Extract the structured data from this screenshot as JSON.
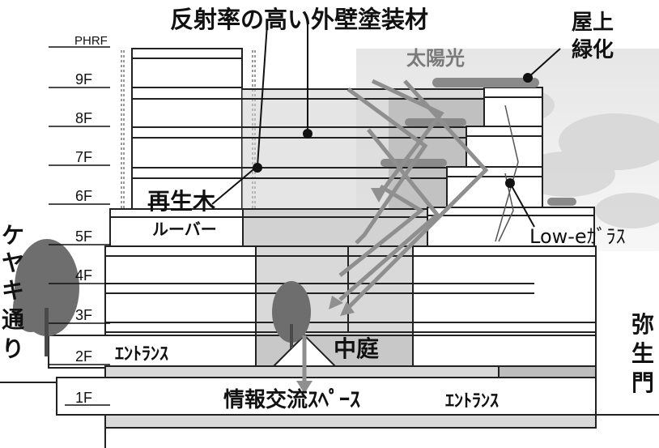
{
  "title": "反射率の高い外壁塗装材",
  "floor_labels": [
    "PHRF",
    "9F",
    "8F",
    "7F",
    "6F",
    "5F",
    "4F",
    "3F",
    "2F",
    "1F"
  ],
  "labels": {
    "rooftop_greening_line1": "屋上",
    "rooftop_greening_line2": "緑化",
    "sunlight": "太陽光",
    "recycled_wood": "再生木",
    "louver": "ルーバー",
    "low_e_glass": "Low-eｶﾞﾗｽ",
    "keyaki_street": [
      "ケ",
      "ヤ",
      "キ",
      "通",
      "り"
    ],
    "entrance_left": "ｴﾝﾄﾗﾝｽ",
    "courtyard": "中庭",
    "info_space": "情報交流ｽﾍﾟｰｽ",
    "entrance_right": "ｴﾝﾄﾗﾝｽ",
    "yayoi_gate": [
      "弥",
      "生",
      "門"
    ]
  },
  "colors": {
    "ink": "#111111",
    "line": "#222222",
    "sky_light": "#f2f2f2",
    "sky_mid": "#cfcfcf",
    "glass_gray": "#bdbdbd",
    "arrow_gray": "#8f8f8f",
    "greening": "#7a7a7a",
    "tree": "#707070"
  }
}
